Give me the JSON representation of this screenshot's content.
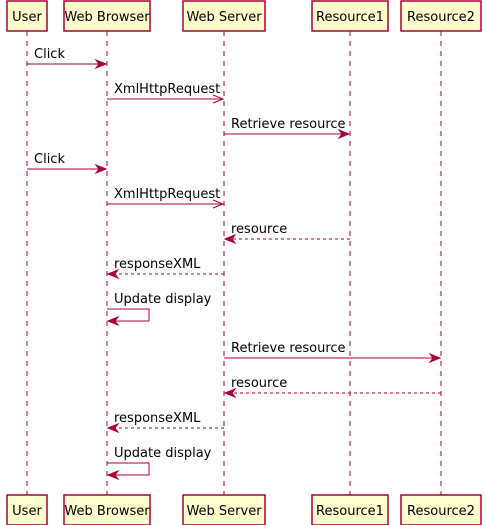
{
  "diagram": {
    "type": "sequence",
    "participants": [
      {
        "id": "user",
        "label": "User"
      },
      {
        "id": "browser",
        "label": "Web Browser"
      },
      {
        "id": "server",
        "label": "Web Server"
      },
      {
        "id": "r1",
        "label": "Resource1"
      },
      {
        "id": "r2",
        "label": "Resource2"
      }
    ],
    "messages": [
      {
        "from": "user",
        "to": "browser",
        "label": "Click",
        "style": "sync"
      },
      {
        "from": "browser",
        "to": "server",
        "label": "XmlHttpRequest",
        "style": "async"
      },
      {
        "from": "server",
        "to": "r1",
        "label": "Retrieve resource",
        "style": "sync"
      },
      {
        "from": "user",
        "to": "browser",
        "label": "Click",
        "style": "sync"
      },
      {
        "from": "browser",
        "to": "server",
        "label": "XmlHttpRequest",
        "style": "async"
      },
      {
        "from": "r1",
        "to": "server",
        "label": "resource",
        "style": "return"
      },
      {
        "from": "server",
        "to": "browser",
        "label": "responseXML",
        "style": "return"
      },
      {
        "from": "browser",
        "to": "browser",
        "label": "Update display",
        "style": "self"
      },
      {
        "from": "server",
        "to": "r2",
        "label": "Retrieve resource",
        "style": "sync"
      },
      {
        "from": "r2",
        "to": "server",
        "label": "resource",
        "style": "return"
      },
      {
        "from": "server",
        "to": "browser",
        "label": "responseXML",
        "style": "return"
      },
      {
        "from": "browser",
        "to": "browser",
        "label": "Update display",
        "style": "self"
      }
    ],
    "colors": {
      "participant_fill": "#FEFECE",
      "participant_border": "#A80036",
      "lifeline": "#A80036",
      "arrow": "#A80036"
    }
  }
}
